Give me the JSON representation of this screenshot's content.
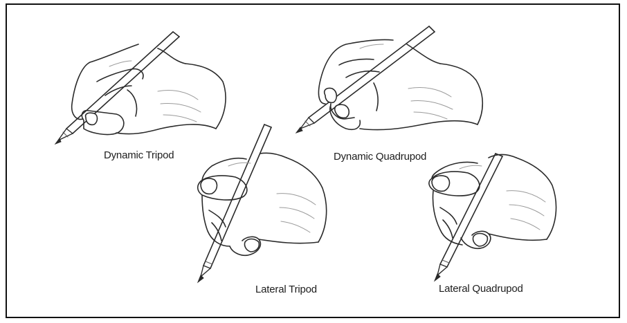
{
  "grips": [
    {
      "id": "dynamic-tripod",
      "label": "Dynamic Tripod"
    },
    {
      "id": "dynamic-quadrupod",
      "label": "Dynamic Quadrupod"
    },
    {
      "id": "lateral-tripod",
      "label": "Lateral Tripod"
    },
    {
      "id": "lateral-quadrupod",
      "label": "Lateral Quadrupod"
    }
  ],
  "colors": {
    "ink": "#2a2a2a",
    "crease": "#9a9a9a",
    "border": "#111111",
    "background": "#ffffff"
  }
}
